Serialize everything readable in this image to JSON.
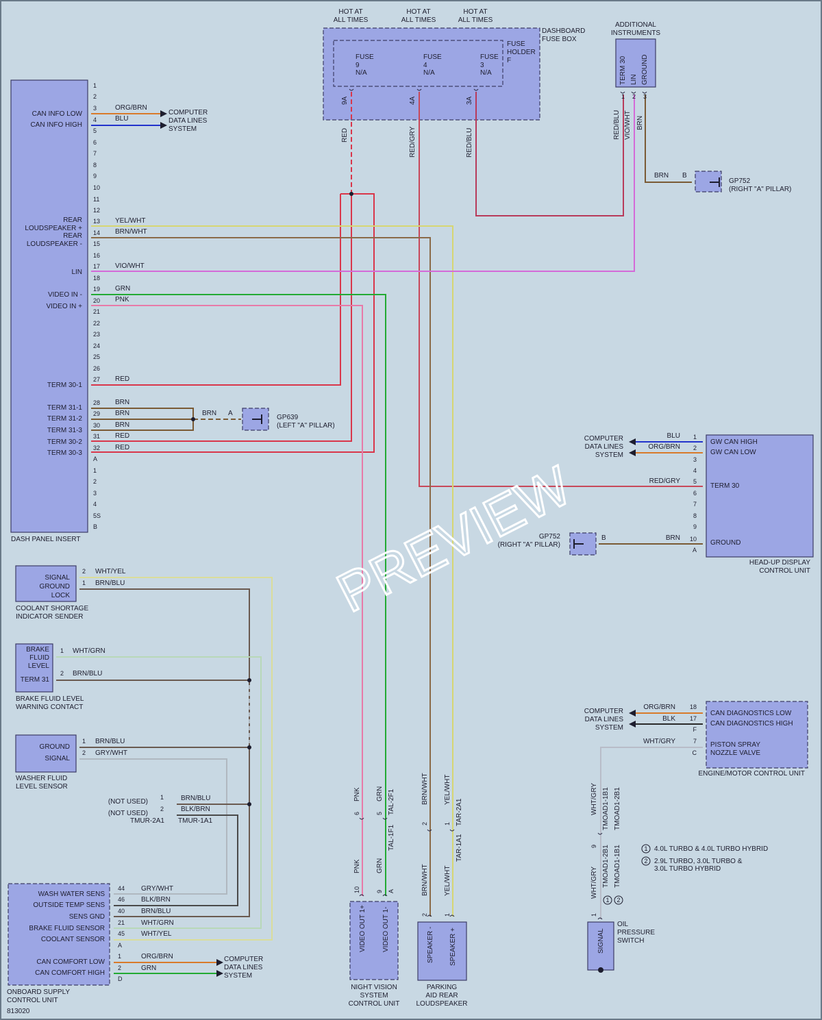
{
  "page": {
    "diagram_id": "813020",
    "watermark": "PREVIEW"
  },
  "colors": {
    "RED": "#d9364a",
    "BLU": "#2233cc",
    "ORG": "#d87a2a",
    "BRN": "#7a5a34",
    "YEL": "#cccc44",
    "GRN": "#22aa33",
    "PNK": "#e87aa8",
    "VIO": "#c04ad0",
    "GRY": "#a0a8b0",
    "WHT": "#f2f2f2",
    "BLK": "#2a2a2a",
    "bg": "#c8d8e3",
    "component": "#9ca6e4"
  },
  "fuse_box": {
    "name": "DASHBOARD\nFUSE BOX",
    "holder": "FUSE\nHOLDER\nF",
    "hot": [
      "HOT AT\nALL TIMES",
      "HOT AT\nALL TIMES",
      "HOT AT\nALL TIMES"
    ],
    "fuses": [
      {
        "label": "FUSE",
        "num": "9",
        "rating": "N/A",
        "term": "9A",
        "wire": "RED"
      },
      {
        "label": "FUSE",
        "num": "4",
        "rating": "N/A",
        "term": "4A",
        "wire": "RED/GRY"
      },
      {
        "label": "FUSE",
        "num": "3",
        "rating": "N/A",
        "term": "3A",
        "wire": "RED/BLU"
      }
    ]
  },
  "additional_instruments": {
    "name": "ADDITIONAL\nINSTRUMENTS",
    "pins": [
      {
        "label": "TERM 30",
        "num": "1",
        "wire": "RED/BLU"
      },
      {
        "label": "LIN",
        "num": "2",
        "wire": "VIO/WHT"
      },
      {
        "label": "GROUND",
        "num": "3",
        "wire": "BRN"
      }
    ]
  },
  "gp752_top": {
    "name": "GP752\n(RIGHT \"A\" PILLAR)",
    "wire": "BRN",
    "pin": "B"
  },
  "dash_panel": {
    "name": "DASH PANEL INSERT",
    "pin_numbers": [
      "1",
      "2",
      "3",
      "4",
      "5",
      "6",
      "7",
      "8",
      "9",
      "10",
      "11",
      "12",
      "13",
      "14",
      "15",
      "16",
      "17",
      "18",
      "19",
      "20",
      "21",
      "22",
      "23",
      "24",
      "25",
      "26",
      "27",
      "28",
      "29",
      "30",
      "31",
      "32",
      "A",
      "1",
      "2",
      "3",
      "4",
      "5S",
      "B"
    ],
    "labels": {
      "can_low": "CAN INFO LOW",
      "can_high": "CAN INFO HIGH",
      "rear_plus": "REAR\nLOUDSPEAKER +",
      "rear_minus": "REAR\nLOUDSPEAKER -",
      "lin": "LIN",
      "video_minus": "VIDEO IN -",
      "video_plus": "VIDEO IN +",
      "term30_1": "TERM 30-1",
      "term31_1": "TERM 31-1",
      "term31_2": "TERM 31-2",
      "term31_3": "TERM 31-3",
      "term30_2": "TERM 30-2",
      "term30_3": "TERM 30-3"
    },
    "wires": {
      "w3": "ORG/BRN",
      "w4": "BLU",
      "w13": "YEL/WHT",
      "w14": "BRN/WHT",
      "w17": "VIO/WHT",
      "w19": "GRN",
      "w20": "PNK",
      "w27": "RED",
      "w28": "BRN",
      "w29": "BRN",
      "w30": "BRN",
      "w31": "RED",
      "w32": "RED"
    },
    "cdl": "COMPUTER\nDATA LINES\nSYSTEM"
  },
  "gp639": {
    "name": "GP639\n(LEFT \"A\" PILLAR)",
    "wire": "BRN",
    "pin": "A"
  },
  "hud": {
    "name": "HEAD-UP DISPLAY\nCONTROL UNIT",
    "pins": [
      "1",
      "2",
      "3",
      "4",
      "5",
      "6",
      "7",
      "8",
      "9",
      "10",
      "A"
    ],
    "labels": {
      "gw_high": "GW CAN HIGH",
      "gw_low": "GW CAN LOW",
      "term30": "TERM 30",
      "ground": "GROUND"
    },
    "wires": {
      "w1": "BLU",
      "w2": "ORG/BRN",
      "w5": "RED/GRY",
      "w10": "BRN"
    },
    "cdl": "COMPUTER\nDATA LINES\nSYSTEM"
  },
  "gp752_mid": {
    "name": "GP752\n(RIGHT \"A\" PILLAR)",
    "pin": "B"
  },
  "coolant": {
    "name": "COOLANT SHORTAGE\nINDICATOR SENDER",
    "labels": "SIGNAL\nGROUND\nLOCK",
    "wires": [
      "WHT/YEL",
      "BRN/BLU"
    ],
    "pins": [
      "2",
      "1"
    ]
  },
  "brake": {
    "name": "BRAKE FLUID LEVEL\nWARNING CONTACT",
    "label1": "BRAKE\nFLUID\nLEVEL",
    "label2": "TERM 31",
    "wires": [
      "WHT/GRN",
      "BRN/BLU"
    ],
    "pins": [
      "1",
      "2"
    ]
  },
  "washer": {
    "name": "WASHER FLUID\nLEVEL SENSOR",
    "labels": [
      "GROUND",
      "SIGNAL"
    ],
    "wires": [
      "BRN/BLU",
      "GRY/WHT"
    ],
    "pins": [
      "1",
      "2"
    ]
  },
  "tmur": {
    "notused": [
      "(NOT USED)",
      "(NOT USED)"
    ],
    "pins": [
      "1",
      "2"
    ],
    "wires": [
      "BRN/BLU",
      "BLK/BRN"
    ],
    "names": [
      "TMUR-2A1",
      "TMUR-1A1"
    ]
  },
  "onboard": {
    "name": "ONBOARD SUPPLY\nCONTROL UNIT",
    "labels": [
      "WASH WATER SENS",
      "OUTSIDE TEMP SENS",
      "SENS GND",
      "BRAKE FLUID SENSOR",
      "COOLANT SENSOR",
      "CAN COMFORT LOW",
      "CAN COMFORT HIGH"
    ],
    "pins": [
      "44",
      "46",
      "40",
      "21",
      "45",
      "A",
      "1",
      "2",
      "D"
    ],
    "wires": [
      "GRY/WHT",
      "BLK/BRN",
      "BRN/BLU",
      "WHT/GRN",
      "WHT/YEL",
      "ORG/BRN",
      "GRN"
    ],
    "cdl": "COMPUTER\nDATA LINES\nSYSTEM"
  },
  "night_vision": {
    "name": "NIGHT VISION\nSYSTEM\nCONTROL UNIT",
    "labels": [
      "VIDEO OUT 1+",
      "VIDEO OUT 1-"
    ],
    "pins": [
      "10",
      "9",
      "A"
    ],
    "wires": [
      "PNK",
      "GRN"
    ],
    "upper_pins": [
      "6",
      "5"
    ],
    "tal": [
      "TAL-2F1",
      "TAL-1F1"
    ]
  },
  "park_speaker": {
    "name": "PARKING\nAID REAR\nLOUDSPEAKER",
    "labels": [
      "SPEAKER -",
      "SPEAKER +"
    ],
    "pins": [
      "2",
      "1"
    ],
    "wires": [
      "BRN/WHT",
      "YEL/WHT"
    ],
    "tar": [
      "TAR-2A1",
      "TAR-1A1"
    ]
  },
  "engine": {
    "name": "ENGINE/MOTOR CONTROL UNIT",
    "labels": [
      "CAN DIAGNOSTICS LOW",
      "CAN DIAGNOSTICS HIGH",
      "PISTON SPRAY\nNOZZLE VALVE"
    ],
    "pins": [
      "18",
      "17",
      "F",
      "7",
      "C"
    ],
    "wires": [
      "ORG/BRN",
      "BLK",
      "WHT/GRY"
    ],
    "cdl": "COMPUTER\nDATA LINES\nSYSTEM"
  },
  "oil": {
    "name": "OIL\nPRESSURE\nSWITCH",
    "label": "SIGNAL",
    "pin": "1",
    "wire_top": "WHT/GRY",
    "wire_bottom": "WHT/GRY",
    "conn_top": [
      "TMOAD1-1B1",
      "TMOAD1-2B1"
    ],
    "conn_bottom": [
      "TMOAD1-2B1",
      "TMOAD1-1B1"
    ],
    "conn_pin": "9",
    "marks": [
      "1",
      "2"
    ]
  },
  "legend": [
    {
      "mark": "1",
      "text": "4.0L TURBO & 4.0L TURBO HYBRID"
    },
    {
      "mark": "2",
      "text": "2.9L TURBO, 3.0L TURBO &\n3.0L TURBO HYBRID"
    }
  ]
}
